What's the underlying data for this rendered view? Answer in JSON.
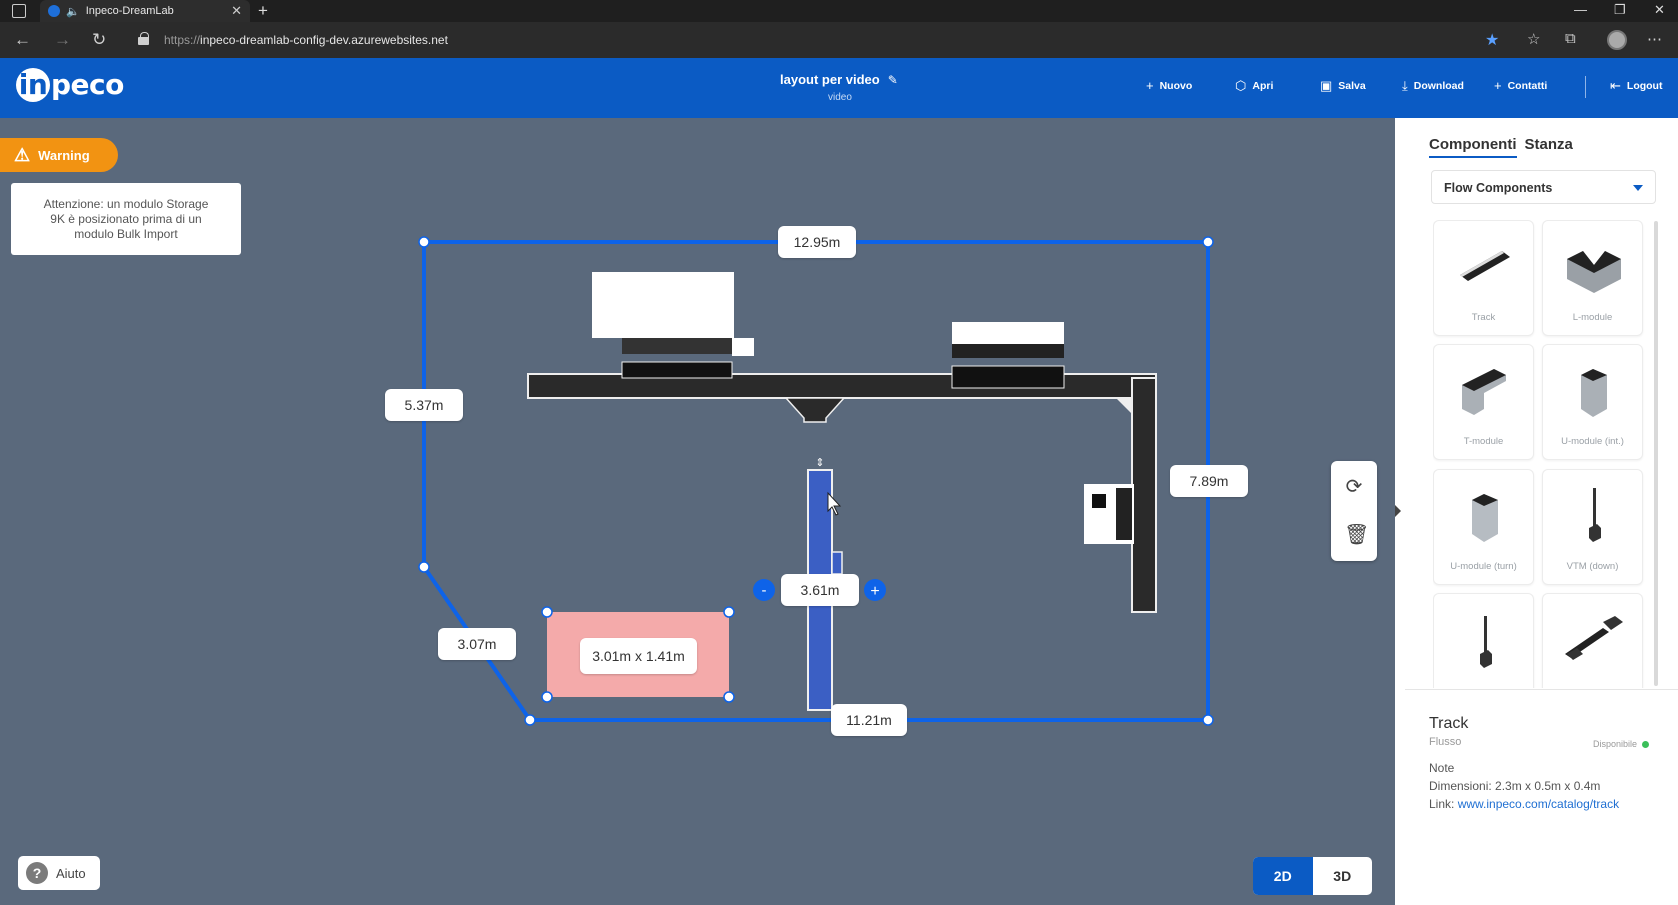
{
  "browser": {
    "tab_title": "Inpeco-DreamLab",
    "url_prefix": "https://",
    "url_host": "inpeco-dreamlab-config-dev.azurewebsites.net"
  },
  "header": {
    "logo_text": "peco",
    "logo_in": "in",
    "doc_title": "layout per video",
    "doc_subtitle": "video",
    "menu": [
      {
        "label": "Nuovo",
        "icon": "plus-icon"
      },
      {
        "label": "Apri",
        "icon": "open-icon"
      },
      {
        "label": "Salva",
        "icon": "save-icon"
      },
      {
        "label": "Download",
        "icon": "download-icon"
      },
      {
        "label": "Contatti",
        "icon": "plus-icon"
      },
      {
        "label": "Logout",
        "icon": "logout-icon"
      }
    ]
  },
  "warning": {
    "label": "Warning",
    "message": "Attenzione: un modulo Storage 9K è posizionato prima di un modulo Bulk Import"
  },
  "plan": {
    "dimensions": {
      "top": "12.95m",
      "left": "5.37m",
      "right": "7.89m",
      "diagonal": "3.07m",
      "bottom": "11.21m",
      "track_length": "3.61m",
      "zone": "3.01m x 1.41m"
    },
    "length_minus": "-",
    "length_plus": "+"
  },
  "tools": {
    "rotate": "rotate-icon",
    "delete": "trash-icon"
  },
  "help": {
    "label": "Aiuto",
    "q": "?"
  },
  "view": {
    "mode_2d": "2D",
    "mode_3d": "3D",
    "active": "2D"
  },
  "panel": {
    "tabs": [
      "Componenti",
      "Stanza"
    ],
    "selected_category": "Flow Components",
    "components": [
      "Track",
      "L-module",
      "T-module",
      "U-module (int.)",
      "U-module (turn)",
      "VTM (down)",
      "",
      ""
    ],
    "info": {
      "title": "Track",
      "category": "Flusso",
      "availability": "Disponibile",
      "note": "Note",
      "dimensions": "Dimensioni: 2.3m x 0.5m x 0.4m",
      "link_label": "Link: ",
      "link": "www.inpeco.com/catalog/track"
    }
  },
  "colors": {
    "brand": "#0b5bc4",
    "warning": "#f29312",
    "available": "#3bbf5a",
    "zone": "#f4aaaa"
  }
}
